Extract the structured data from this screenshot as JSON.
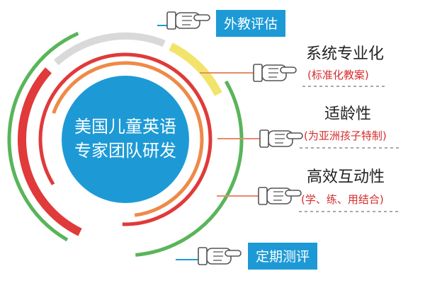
{
  "center": {
    "line1": "美国儿童英语",
    "line2": "专家团队研发"
  },
  "top_tag": {
    "label": "外教评估"
  },
  "bottom_tag": {
    "label": "定期测评"
  },
  "features": [
    {
      "title": "系统专业化",
      "subtitle": "(标准化教案)"
    },
    {
      "title": "适龄性",
      "subtitle": "(为亚洲孩子特制)"
    },
    {
      "title": "高效互动性",
      "subtitle": "(学、练、用结合)"
    }
  ],
  "colors": {
    "center_fill": "#1d9ad6",
    "ring_red": "#e03a3a",
    "ring_orange": "#ee8a48",
    "ring_green": "#59b55a",
    "ring_yellow": "#f2e46a",
    "ring_gray": "#d9d9d9",
    "tag_blue": "#1d9ad6",
    "pointer_line": "#1d9ad6",
    "feature_line": "#e88a6b",
    "subtitle_red": "#d62c2c",
    "dashed_line": "#8b8b8b"
  },
  "icons": {
    "hand": "pointing-hand-icon"
  }
}
